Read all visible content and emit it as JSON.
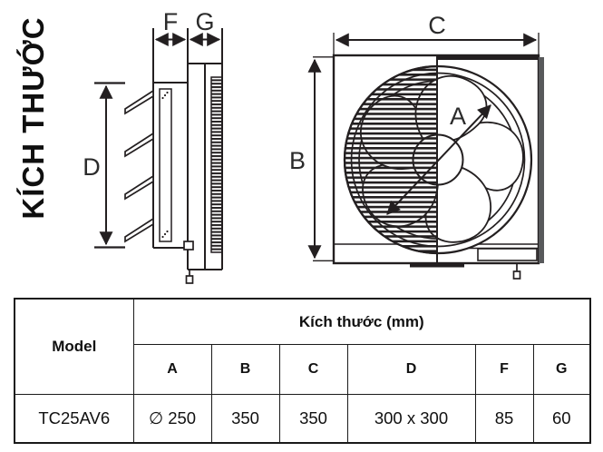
{
  "title": "KÍCH THƯỚC",
  "diagram": {
    "labels": {
      "a": "A",
      "b": "B",
      "c": "C",
      "d": "D",
      "f": "F",
      "g": "G"
    }
  },
  "table": {
    "model_header": "Model",
    "dimension_header": "Kích thước (mm)",
    "columns": [
      "A",
      "B",
      "C",
      "D",
      "F",
      "G"
    ],
    "model": "TC25AV6",
    "values": [
      "∅ 250",
      "350",
      "350",
      "300 x 300",
      "85",
      "60"
    ]
  },
  "colors": {
    "line": "#231f20",
    "shadow": "#58595b",
    "background": "#ffffff"
  }
}
